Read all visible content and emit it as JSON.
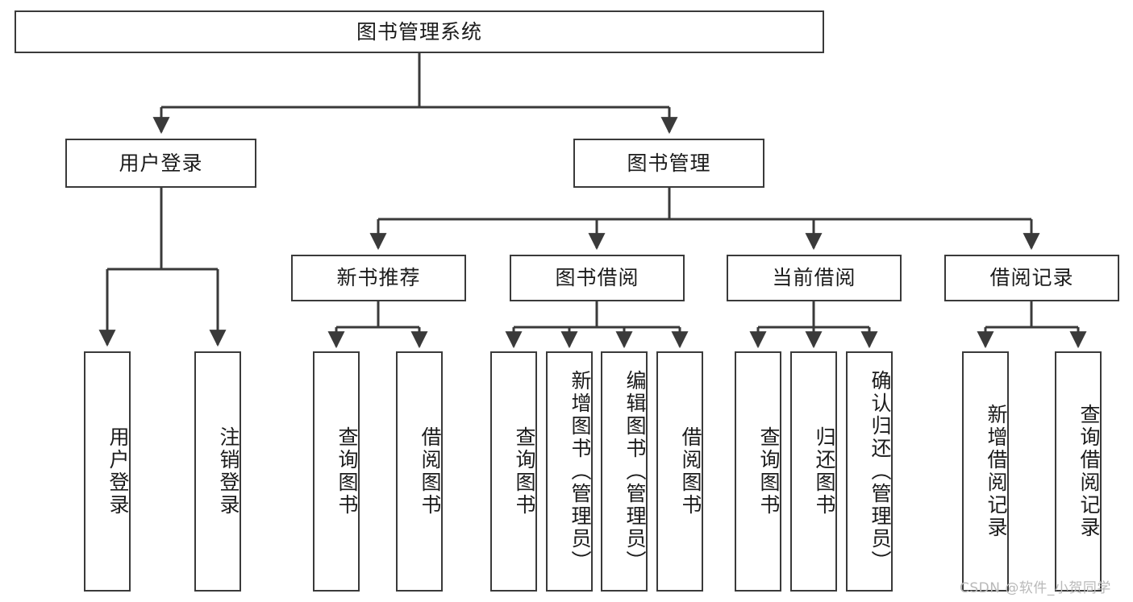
{
  "diagram": {
    "type": "tree",
    "title": "图书管理系统",
    "orientation": "top-down",
    "colors": {
      "background": "#ffffff",
      "node_border": "#3a3a3a",
      "node_fill": "#ffffff",
      "edge": "#3a3a3a",
      "text": "#1b1b1b",
      "watermark": "#b9b9b9"
    }
  },
  "root": {
    "label": "图书管理系统"
  },
  "level2": [
    {
      "label": "用户登录"
    },
    {
      "label": "图书管理"
    }
  ],
  "level3": [
    {
      "label": "新书推荐"
    },
    {
      "label": "图书借阅"
    },
    {
      "label": "当前借阅"
    },
    {
      "label": "借阅记录"
    }
  ],
  "leaves": {
    "user_login": [
      {
        "label": "用户登录"
      },
      {
        "label": "注销登录"
      }
    ],
    "new_book_recommend": [
      {
        "label": "查询图书"
      },
      {
        "label": "借阅图书"
      }
    ],
    "book_borrow": [
      {
        "label": "查询图书"
      },
      {
        "label": "新增图书（管理员）"
      },
      {
        "label": "编辑图书（管理员）"
      },
      {
        "label": "借阅图书"
      }
    ],
    "current_borrow": [
      {
        "label": "查询图书"
      },
      {
        "label": "归还图书"
      },
      {
        "label": "确认归还（管理员）"
      }
    ],
    "borrow_record": [
      {
        "label": "新增借阅记录"
      },
      {
        "label": "查询借阅记录"
      }
    ]
  },
  "watermark": {
    "text": "CSDN @软件_小贺同学"
  }
}
